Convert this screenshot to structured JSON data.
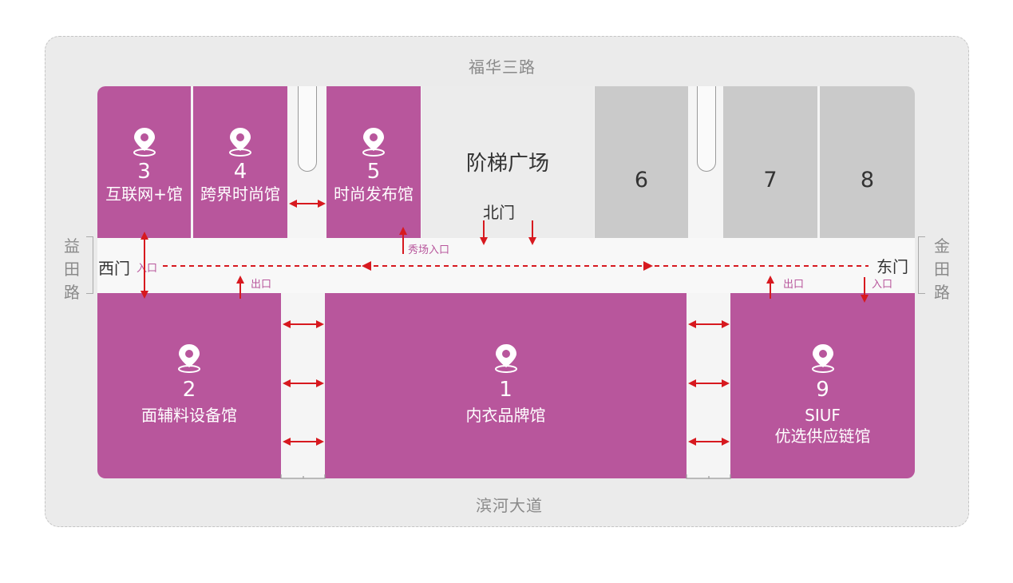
{
  "roads": {
    "north": "福华三路",
    "south": "滨河大道",
    "west": [
      "益",
      "田",
      "路"
    ],
    "east": [
      "金",
      "田",
      "路"
    ]
  },
  "plaza": {
    "name": "阶梯广场"
  },
  "doors": {
    "north": "北门",
    "west": "西门",
    "east": "东门"
  },
  "tags": {
    "show_entrance": "秀场入口",
    "west_entrance": "入口",
    "west_exit": "出口",
    "east_exit": "出口",
    "east_entrance": "入口"
  },
  "halls": [
    {
      "number": "3",
      "name": "互联网+馆"
    },
    {
      "number": "4",
      "name": "跨界时尚馆"
    },
    {
      "number": "5",
      "name": "时尚发布馆"
    },
    {
      "number": "6",
      "name": ""
    },
    {
      "number": "7",
      "name": ""
    },
    {
      "number": "8",
      "name": ""
    },
    {
      "number": "2",
      "name": "面辅料设备馆"
    },
    {
      "number": "1",
      "name": "内衣品牌馆"
    },
    {
      "number": "9",
      "name": "SIUF",
      "name2": "优选供应链馆"
    }
  ],
  "colors": {
    "active_hall": "#b8569c",
    "inactive_hall": "#cacaca",
    "arrow": "#d7191f",
    "background": "#ebebeb"
  },
  "icons": {
    "hall_marker": "location-pin-icon",
    "flow": "arrow-icon"
  }
}
